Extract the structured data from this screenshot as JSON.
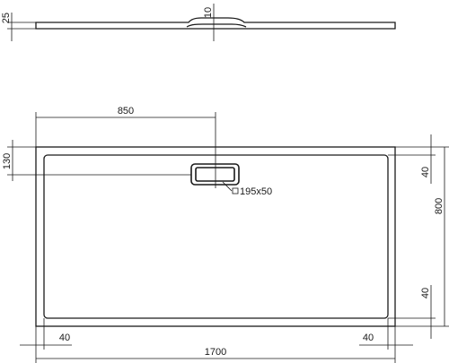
{
  "dimensions": {
    "profile_thickness": "25",
    "drain_depth": "10",
    "drain_offset_x": "850",
    "drain_offset_y": "130",
    "drain_size": "195x50",
    "border_top": "40",
    "border_bottom": "40",
    "width": "800",
    "border_left": "40",
    "border_right": "40",
    "length": "1700"
  }
}
